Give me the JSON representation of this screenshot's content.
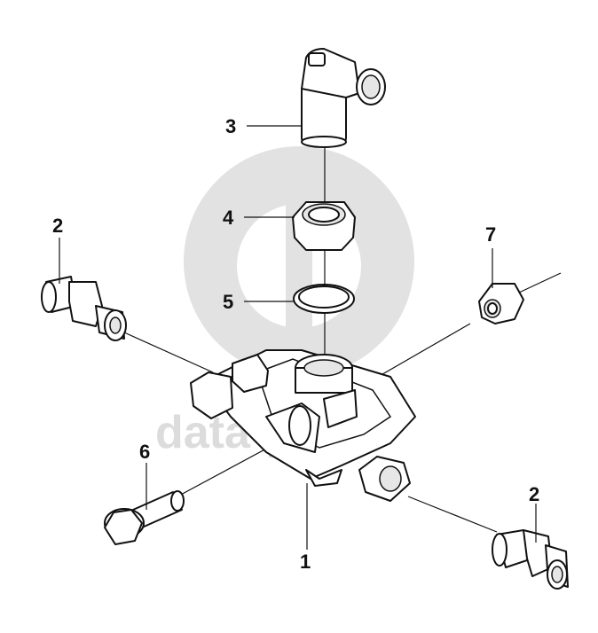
{
  "watermark": {
    "text": "data-parts",
    "color": "#d6d6d6"
  },
  "callouts": [
    {
      "id": "callout-1",
      "label": "1"
    },
    {
      "id": "callout-2a",
      "label": "2"
    },
    {
      "id": "callout-2b",
      "label": "2"
    },
    {
      "id": "callout-3",
      "label": "3"
    },
    {
      "id": "callout-4",
      "label": "4"
    },
    {
      "id": "callout-5",
      "label": "5"
    },
    {
      "id": "callout-6",
      "label": "6"
    },
    {
      "id": "callout-7",
      "label": "7"
    }
  ],
  "colors": {
    "line": "#111111",
    "background": "#ffffff"
  }
}
